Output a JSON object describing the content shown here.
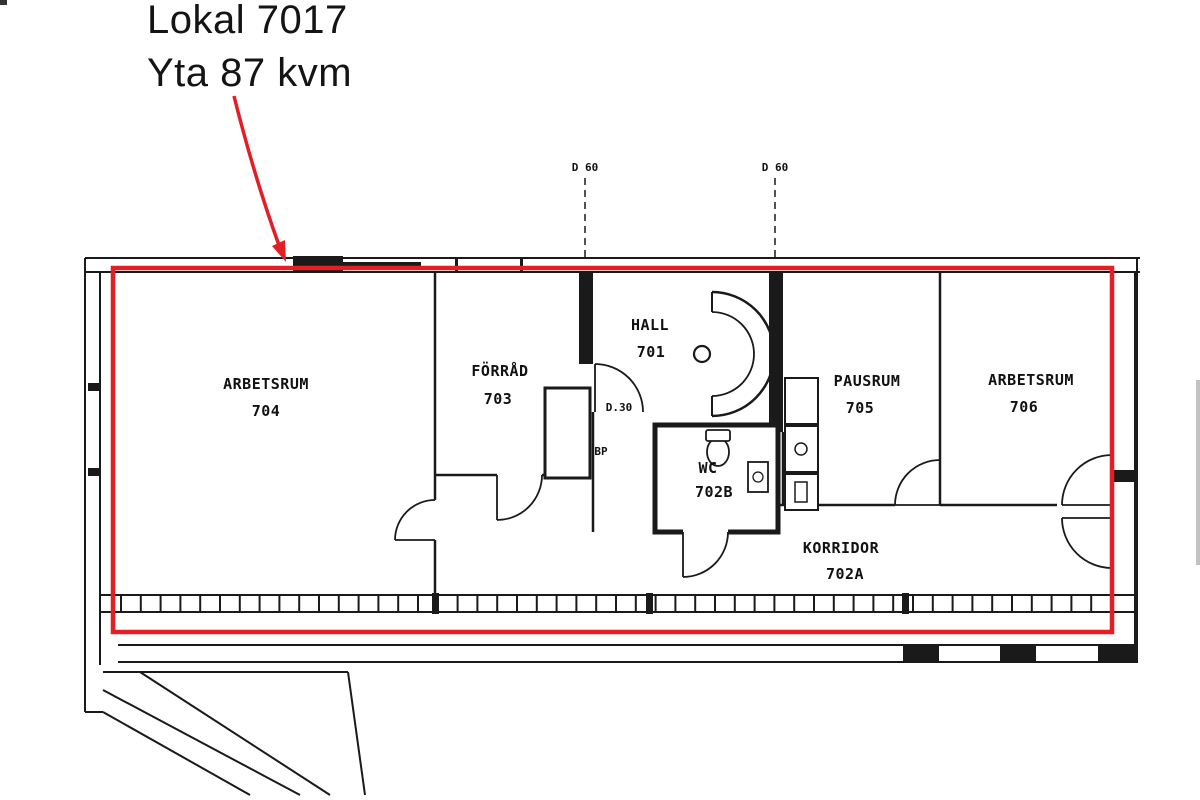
{
  "annotation": {
    "line1": "Lokal 7017",
    "line2": "Yta 87 kvm"
  },
  "colors": {
    "highlight": "#e31e24",
    "ink": "#1a1a1a"
  },
  "rooms": [
    {
      "name": "ARBETSRUM",
      "number": "704"
    },
    {
      "name": "FÖRRÅD",
      "number": "703"
    },
    {
      "name": "HALL",
      "number": "701"
    },
    {
      "name": "WC",
      "number": "702B"
    },
    {
      "name": "PAUSRUM",
      "number": "705"
    },
    {
      "name": "ARBETSRUM",
      "number": "706"
    },
    {
      "name": "KORRIDOR",
      "number": "702A"
    }
  ],
  "markers": {
    "door_left": "D 60",
    "door_right": "D 60",
    "door_small": "D.30",
    "shaft": "BP"
  }
}
